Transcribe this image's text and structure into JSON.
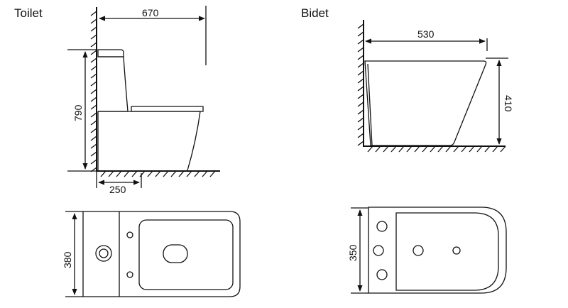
{
  "toilet": {
    "title": "Toilet",
    "dimensions": {
      "depth": "670",
      "height": "790",
      "outlet": "250",
      "width": "380"
    }
  },
  "bidet": {
    "title": "Bidet",
    "dimensions": {
      "depth": "530",
      "height": "410",
      "width": "350"
    }
  },
  "colors": {
    "line": "#111111",
    "background": "#ffffff"
  }
}
